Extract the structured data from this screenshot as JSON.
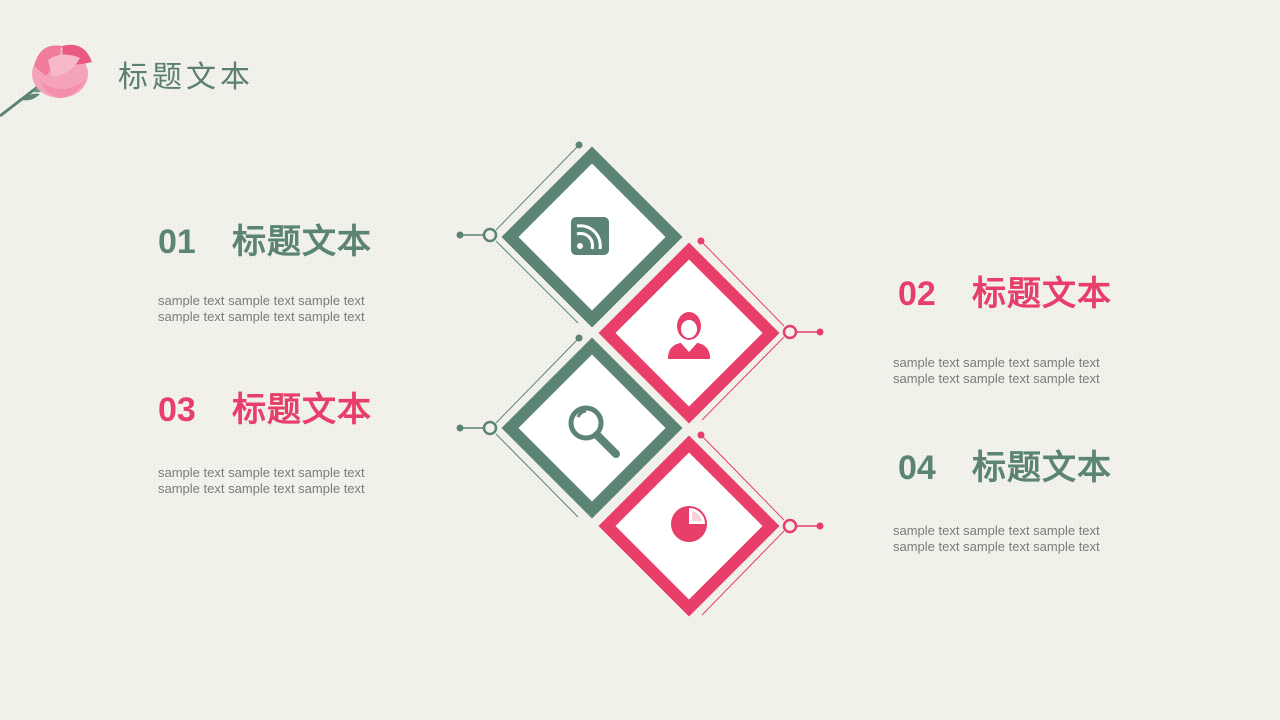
{
  "page": {
    "title": "标题文本"
  },
  "colors": {
    "green": "#5b8474",
    "pink": "#e83e6a",
    "background": "#f1f1ea"
  },
  "items": [
    {
      "num": "01",
      "title": "标题文本",
      "body": [
        "sample text sample text sample text",
        "sample text sample text sample text"
      ],
      "color": "green",
      "icon": "rss-icon"
    },
    {
      "num": "02",
      "title": "标题文本",
      "body": [
        "sample text sample text sample text",
        "sample text sample text sample text"
      ],
      "color": "pink",
      "icon": "person-icon"
    },
    {
      "num": "03",
      "title": "标题文本",
      "body": [
        "sample text sample text sample text",
        "sample text sample text sample text"
      ],
      "color": "pink",
      "icon": "magnifier-icon"
    },
    {
      "num": "04",
      "title": "标题文本",
      "body": [
        "sample text sample text sample text",
        "sample text sample text sample text"
      ],
      "color": "green",
      "icon": "pie-chart-icon"
    }
  ]
}
